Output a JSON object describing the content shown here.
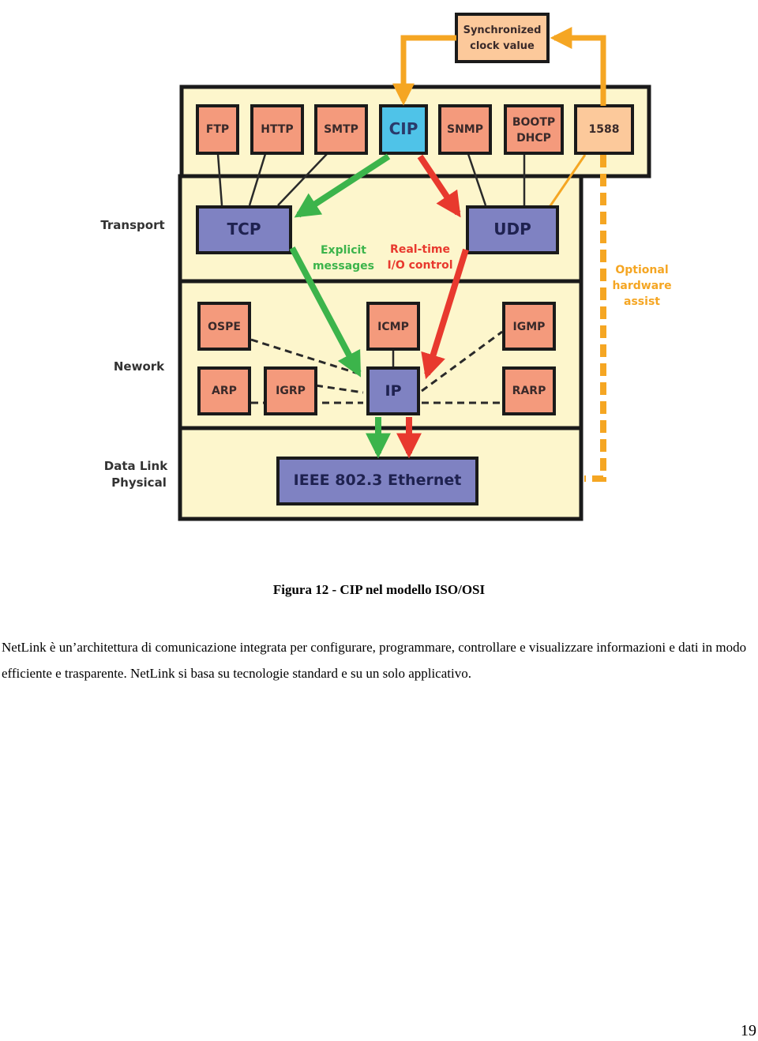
{
  "figure": {
    "sync_box": [
      "Synchronized",
      "clock value"
    ],
    "layers": {
      "transport": "Transport",
      "network": "Nework",
      "datalink": [
        "Data Link",
        "Physical"
      ]
    },
    "application_protocols": {
      "ftp": "FTP",
      "http": "HTTP",
      "smtp": "SMTP",
      "cip": "CIP",
      "snmp": "SNMP",
      "bootp_dhcp": [
        "BOOTP",
        "DHCP"
      ],
      "ptp": "1588"
    },
    "transport_protocols": {
      "tcp": "TCP",
      "udp": "UDP"
    },
    "network_protocols": {
      "ospe": "OSPE",
      "icmp": "ICMP",
      "igmp": "IGMP",
      "arp": "ARP",
      "igrp": "IGRP",
      "ip": "IP",
      "rarp": "RARP"
    },
    "link_layer": "IEEE 802.3 Ethernet",
    "flow_labels": {
      "explicit": [
        "Explicit",
        "messages"
      ],
      "realtime": [
        "Real-time",
        "I/O control"
      ],
      "optional": [
        "Optional",
        "hardware",
        "assist"
      ]
    },
    "colors": {
      "app_box": "#f49a7c",
      "cip_box": "#4fc3e8",
      "transport_box": "#7f82c2",
      "background": "#fdf6cc",
      "green_flow": "#3cb44b",
      "red_flow": "#e8392e",
      "orange_flow": "#f5a623"
    }
  },
  "caption": "Figura 12 - CIP nel modello ISO/OSI",
  "paragraph": "NetLink è un’architettura di comunicazione integrata per configurare, programmare, controllare e visualizzare informazioni e dati in modo efficiente e trasparente. NetLink si basa su tecnologie standard e su un solo applicativo.",
  "page_number": "19"
}
